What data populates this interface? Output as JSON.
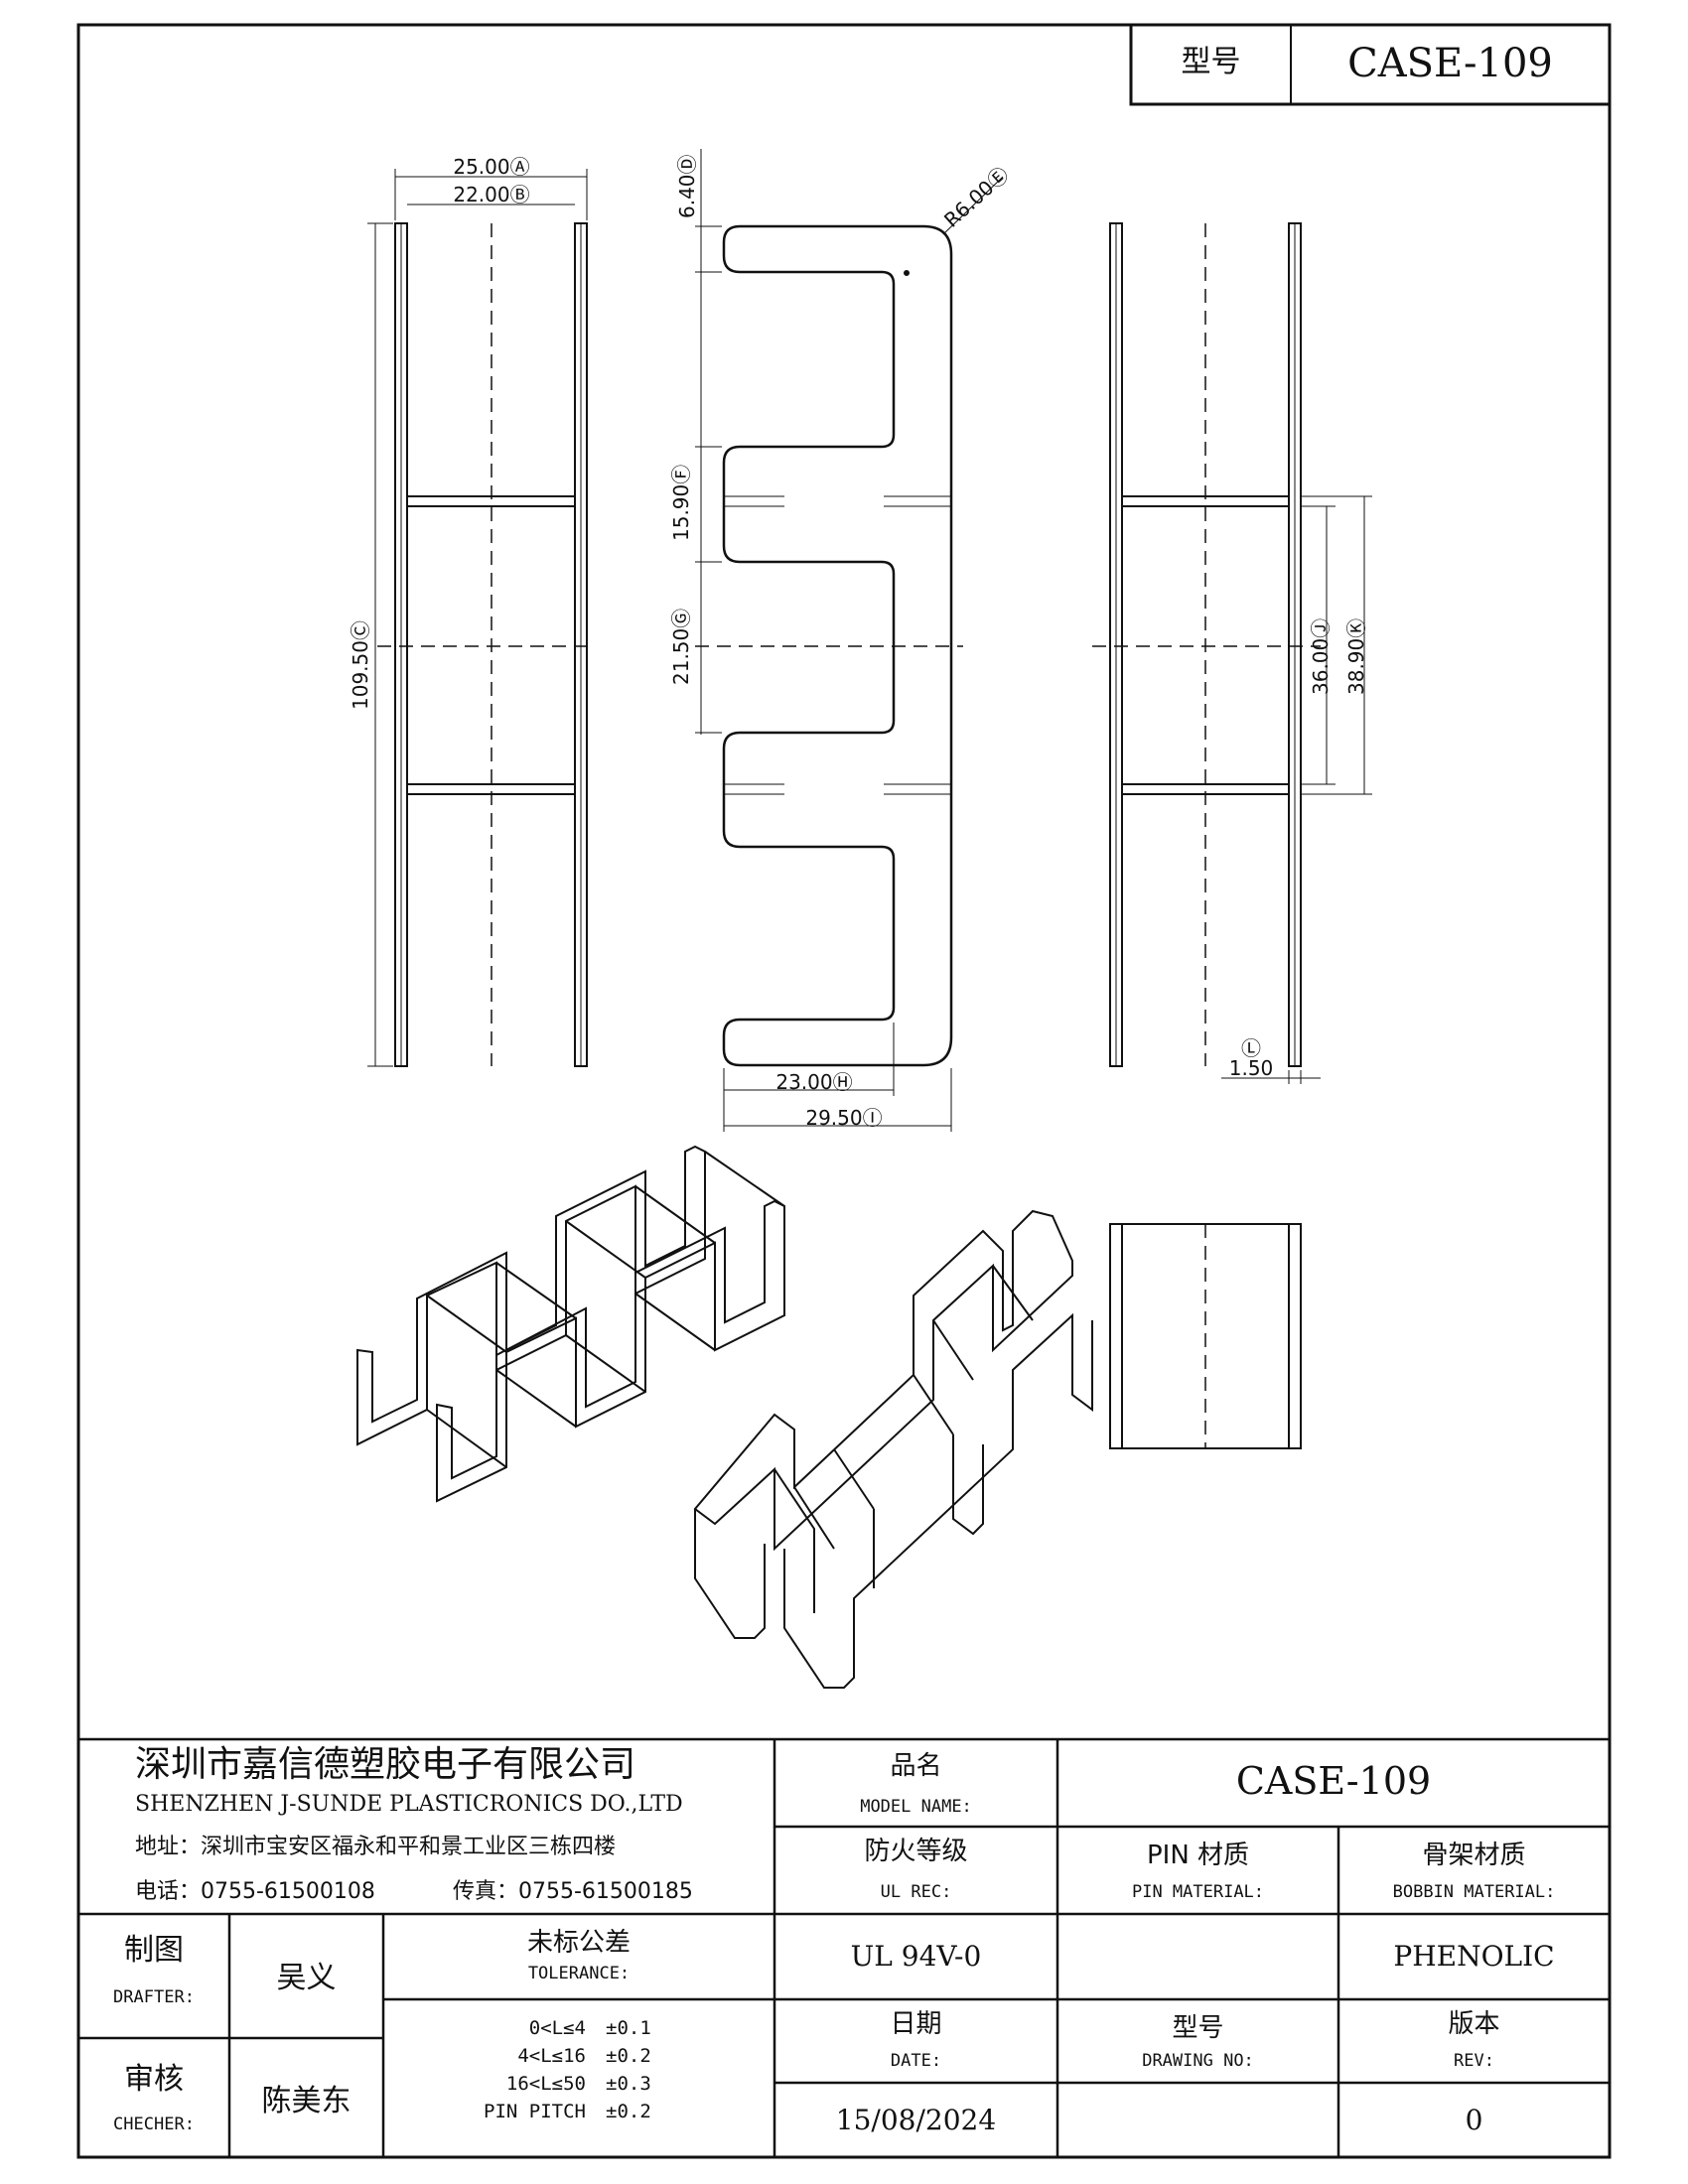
{
  "header": {
    "model_label": "型号",
    "model_value": "CASE-109"
  },
  "dimensions": {
    "A": "25.00Ⓐ",
    "B": "22.00Ⓑ",
    "C": "109.50Ⓒ",
    "D": "6.40Ⓓ",
    "E": "R6.00Ⓔ",
    "F": "15.90Ⓕ",
    "G": "21.50Ⓖ",
    "H": "23.00Ⓗ",
    "I": "29.50Ⓘ",
    "J": "36.00Ⓙ",
    "K": "38.90Ⓚ",
    "L_mark": "Ⓛ",
    "L_value": "1.50"
  },
  "company": {
    "name_cn": "深圳市嘉信德塑胶电子有限公司",
    "name_en": "SHENZHEN J-SUNDE PLASTICRONICS DO.,LTD",
    "address": "地址：深圳市宝安区福永和平和景工业区三栋四楼",
    "phone": "电话：0755-61500108",
    "fax": "传真：0755-61500185"
  },
  "title_block": {
    "model_name_cn": "品名",
    "model_name_en": "MODEL NAME:",
    "model_name_value": "CASE-109",
    "ul_cn": "防火等级",
    "ul_en": "UL REC:",
    "ul_value": "UL 94V-0",
    "pin_cn": "PIN 材质",
    "pin_en": "PIN MATERIAL:",
    "pin_value": "",
    "bobbin_cn": "骨架材质",
    "bobbin_en": "BOBBIN MATERIAL:",
    "bobbin_value": "PHENOLIC",
    "drafter_cn": "制图",
    "drafter_en": "DRAFTER:",
    "drafter_name": "吴义",
    "checker_cn": "审核",
    "checker_en": "CHECHER:",
    "checker_name": "陈美东",
    "tolerance_cn": "未标公差",
    "tolerance_en": "TOLERANCE:",
    "tolerances": [
      {
        "range": "0<L≤4",
        "value": "±0.1"
      },
      {
        "range": "4<L≤16",
        "value": "±0.2"
      },
      {
        "range": "16<L≤50",
        "value": "±0.3"
      },
      {
        "range": "PIN PITCH",
        "value": "±0.2"
      }
    ],
    "date_cn": "日期",
    "date_en": "DATE:",
    "date_value": "15/08/2024",
    "drawing_no_cn": "型号",
    "drawing_no_en": "DRAWING NO:",
    "drawing_no_value": "",
    "rev_cn": "版本",
    "rev_en": "REV:",
    "rev_value": "0"
  }
}
